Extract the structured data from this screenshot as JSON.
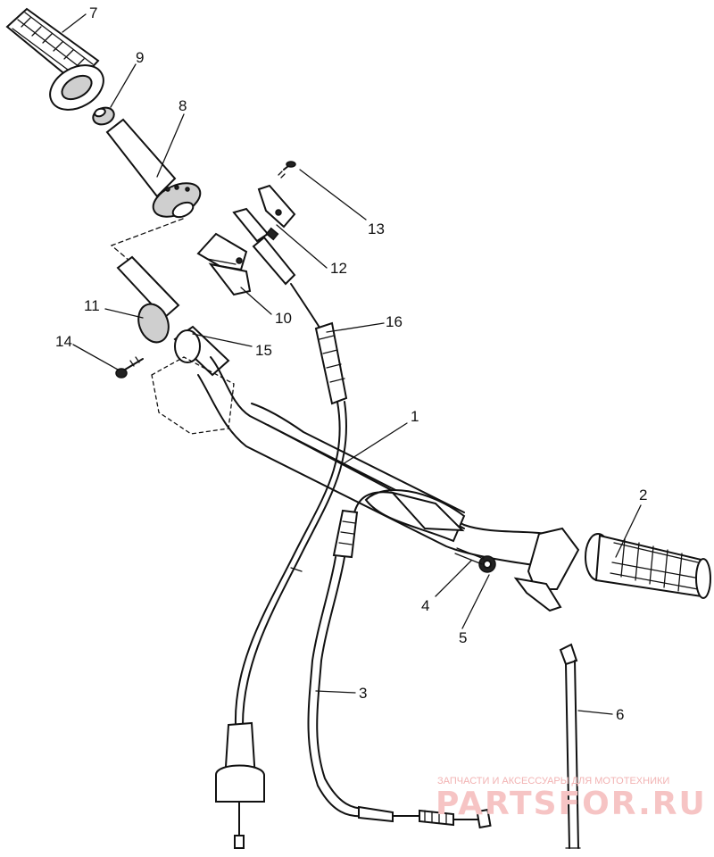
{
  "diagram": {
    "callouts": [
      {
        "id": "1",
        "text": "1"
      },
      {
        "id": "2",
        "text": "2"
      },
      {
        "id": "3",
        "text": "3"
      },
      {
        "id": "4",
        "text": "4"
      },
      {
        "id": "5",
        "text": "5"
      },
      {
        "id": "6",
        "text": "6"
      },
      {
        "id": "7",
        "text": "7"
      },
      {
        "id": "8",
        "text": "8"
      },
      {
        "id": "9",
        "text": "9"
      },
      {
        "id": "10",
        "text": "10"
      },
      {
        "id": "11",
        "text": "11"
      },
      {
        "id": "12",
        "text": "12"
      },
      {
        "id": "13",
        "text": "13"
      },
      {
        "id": "14",
        "text": "14"
      },
      {
        "id": "15",
        "text": "15"
      },
      {
        "id": "16",
        "text": "16"
      }
    ]
  },
  "watermark": {
    "tagline": "ЗАПЧАСТИ И АКСЕССУАРЫ ДЛЯ МОТОТЕХНИКИ",
    "brand": "PARTSFOR.RU",
    "color": "#f2b3b3"
  }
}
